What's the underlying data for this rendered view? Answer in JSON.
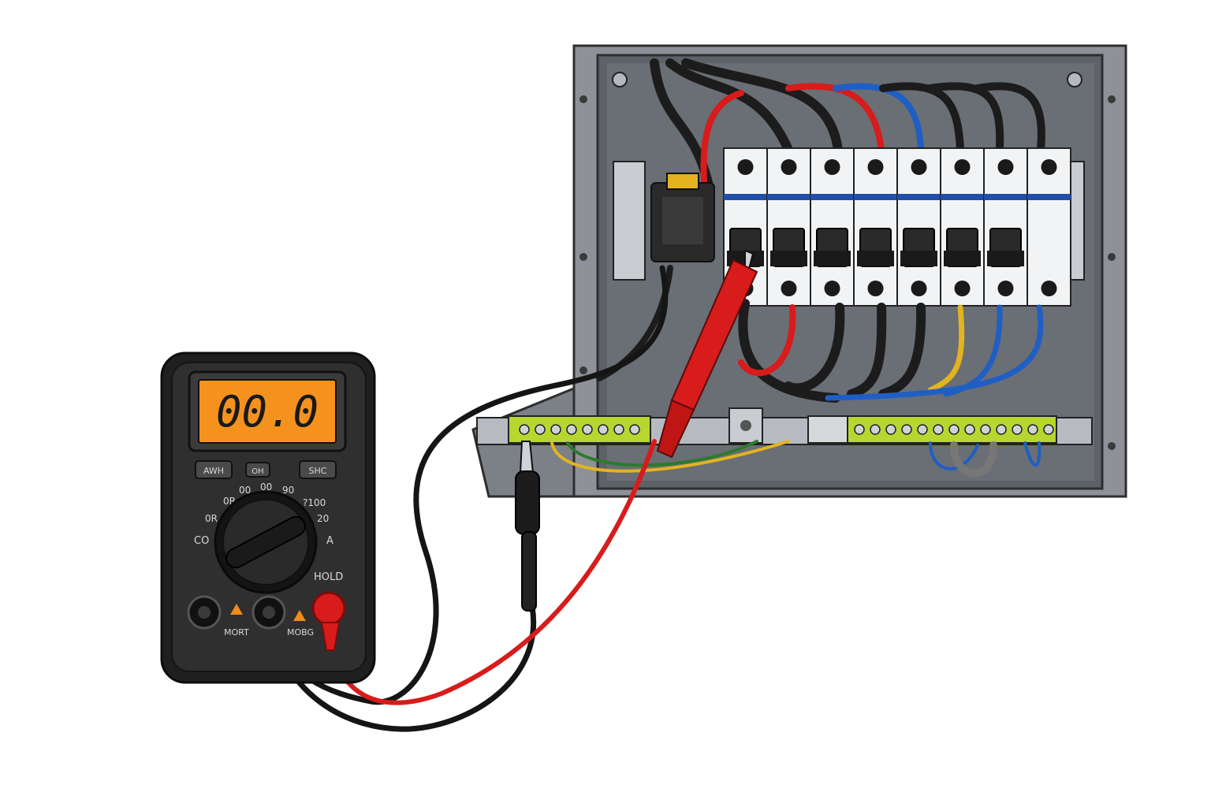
{
  "meter": {
    "display": "00.0",
    "buttons": [
      "AWH",
      "OH",
      "SHC"
    ],
    "dial_labels": [
      "0R",
      "00",
      "00",
      "90",
      "?100",
      "20",
      "0R",
      "CO",
      "A"
    ],
    "hold": "HOLD",
    "jacks": [
      "MORT",
      "MOBG"
    ]
  },
  "colors": {
    "meter_body": "#2b2b2b",
    "lcd": "#f5921e",
    "panel": "#8a8d93",
    "probe_red": "#d81b1b",
    "wire_blue": "#1f5fc4",
    "wire_yellow": "#e3b320",
    "bus_green": "#b9d630"
  },
  "breakers": {
    "count": 8
  }
}
